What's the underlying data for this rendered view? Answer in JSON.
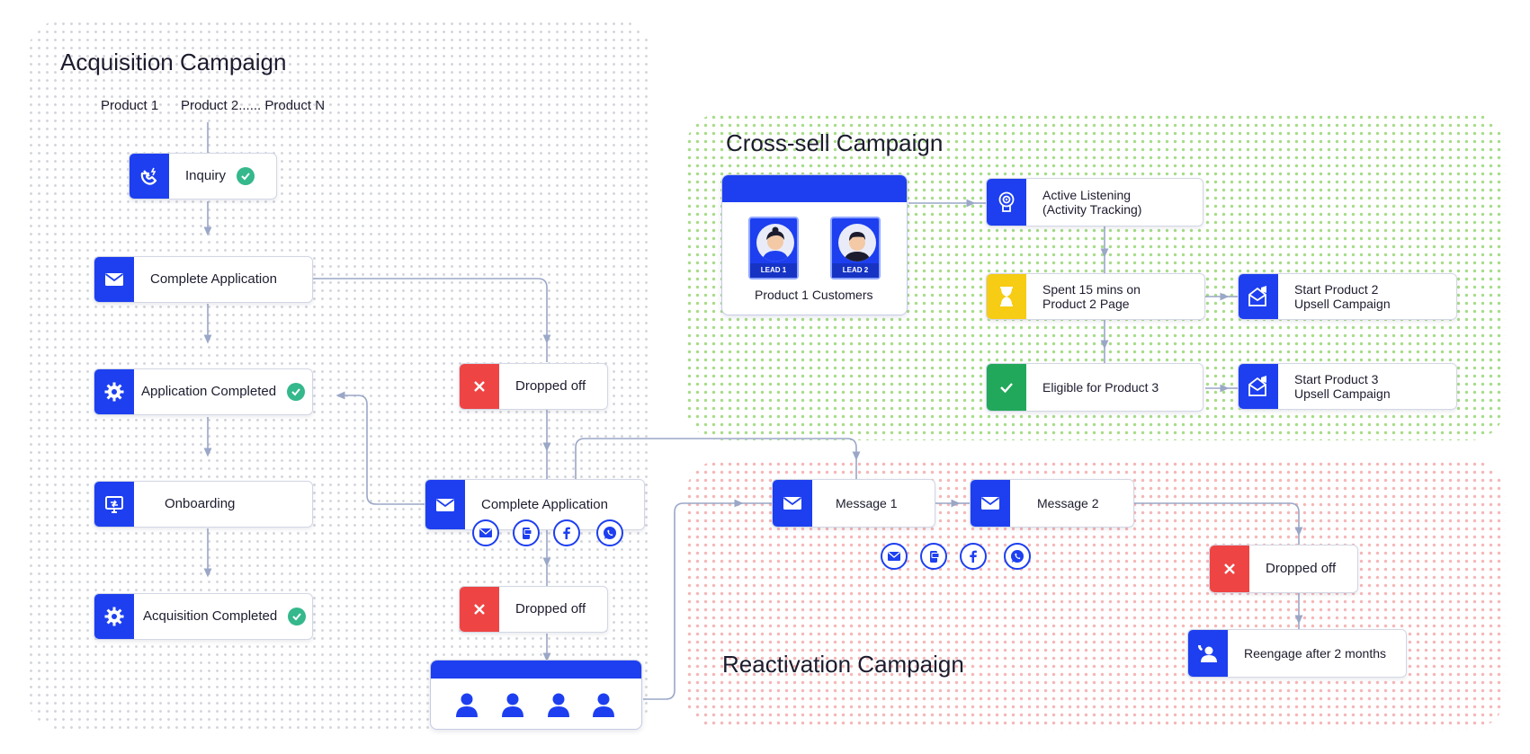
{
  "acquisition": {
    "title": "Acquisition Campaign",
    "products": [
      "Product 1",
      "Product 2...... Product N"
    ],
    "nodes": {
      "inquiry": "Inquiry",
      "complete_application": "Complete Application",
      "application_completed": "Application Completed",
      "onboarding": "Onboarding",
      "acquisition_completed": "Acquisition Completed",
      "dropped_off_1": "Dropped off",
      "complete_application_2": "Complete Application",
      "dropped_off_2": "Dropped off"
    }
  },
  "cross_sell": {
    "title": "Cross-sell Campaign",
    "customers_label": "Product 1 Customers",
    "leads": [
      "LEAD 1",
      "LEAD 2"
    ],
    "nodes": {
      "active_listening": [
        "Active Listening",
        "(Activity Tracking)"
      ],
      "spent_15_mins": [
        "Spent 15 mins on",
        "Product 2 Page"
      ],
      "eligible": "Eligible for Product 3",
      "start_product_2": [
        "Start Product 2",
        "Upsell Campaign"
      ],
      "start_product_3": [
        "Start Product 3",
        "Upsell Campaign"
      ]
    }
  },
  "reactivation": {
    "title": "Reactivation Campaign",
    "nodes": {
      "message_1": "Message 1",
      "message_2": "Message 2",
      "dropped_off": "Dropped off",
      "reengage": "Reengage after 2 months"
    }
  },
  "icons": [
    "magnet-icon",
    "envelope-icon",
    "gear-icon",
    "onboarding-monitor-icon",
    "close-icon",
    "check-icon",
    "hourglass-icon",
    "listening-icon",
    "megaphone-envelope-icon",
    "user-magnet-icon",
    "person-icon",
    "email-channel-icon",
    "sms-channel-icon",
    "facebook-icon",
    "whatsapp-icon"
  ],
  "colors": {
    "primary_blue": "#1d3ff0",
    "danger_red": "#ef4444",
    "warning_yellow": "#f6cc14",
    "success_green": "#21a85b",
    "check_teal": "#35b88b",
    "connector": "#9aa7c7"
  }
}
